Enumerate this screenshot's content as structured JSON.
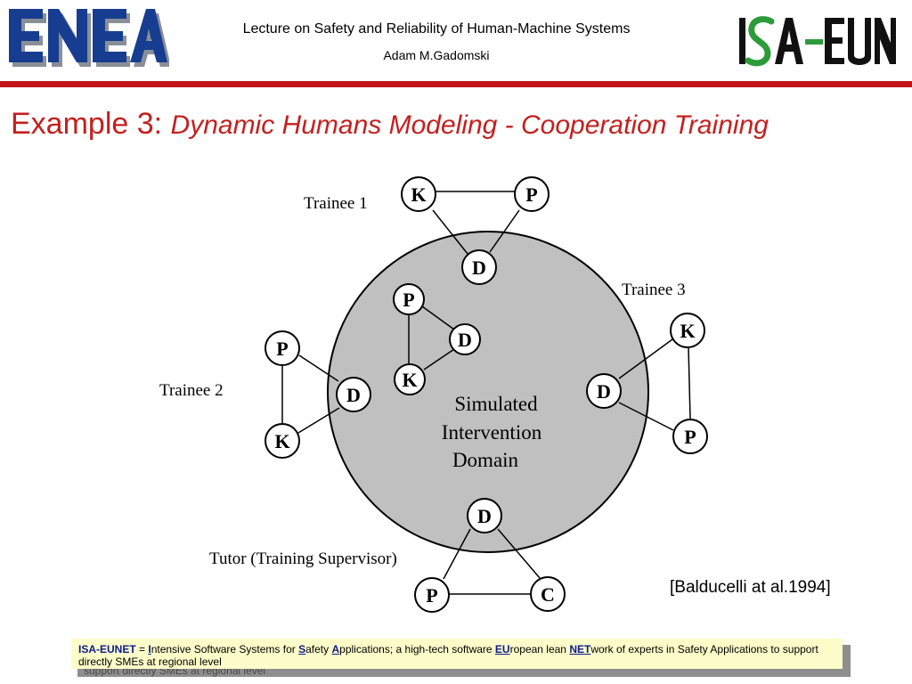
{
  "header": {
    "left_logo": "ENEA",
    "right_logo": "ISA-EUNET",
    "title": "Lecture on Safety and Reliability of Human-Machine Systems",
    "author": "Adam M.Gadomski",
    "divider_color": "#c3141b"
  },
  "slide": {
    "title_prefix": "Example 3: ",
    "title_sub": "Dynamic Humans Modeling - Cooperation Training",
    "title_color": "#c3201f"
  },
  "diagram": {
    "domain_lines": [
      "Simulated",
      "Intervention",
      "Domain"
    ],
    "domain_fill": "#c0c0c0",
    "groups": [
      {
        "label": "Trainee 1",
        "nodes": [
          "K",
          "P",
          "D"
        ]
      },
      {
        "label": "Trainee 2",
        "nodes": [
          "P",
          "K",
          "D"
        ]
      },
      {
        "label": "Trainee 3",
        "nodes": [
          "K",
          "P",
          "D"
        ]
      },
      {
        "label": "Tutor (Training Supervisor)",
        "nodes": [
          "D",
          "P",
          "C"
        ]
      },
      {
        "label": "",
        "nodes": [
          "P",
          "D",
          "K"
        ]
      }
    ]
  },
  "citation": "[Balducelli at al.1994]",
  "footer": {
    "term": "ISA-EUNET",
    "eq": " = ",
    "i": "I",
    "i_rest": "ntensive Software Systems for ",
    "s": "S",
    "s_rest": "afety ",
    "a": "A",
    "a_rest": "pplications; a high-tech software ",
    "eu": "EU",
    "eu_rest": "ropean lean ",
    "net": "NET",
    "net_rest": "work of experts in Safety Applications to support directly SMEs at regional level",
    "shadow_text": "support directly SMEs at regional level",
    "background": "#fdfdc9"
  }
}
